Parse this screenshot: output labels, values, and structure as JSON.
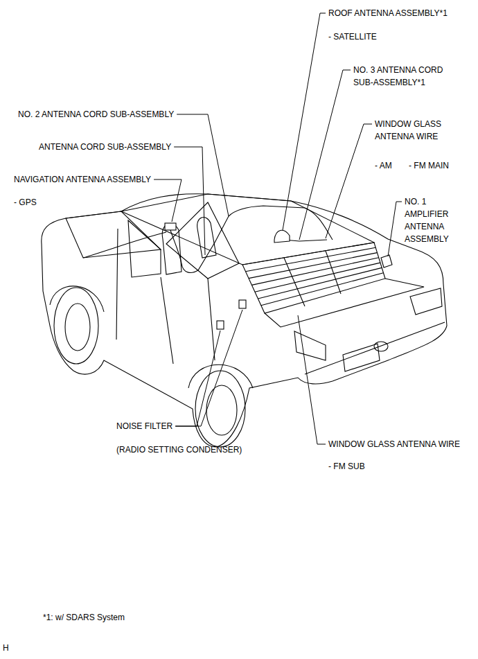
{
  "diagram": {
    "labels": [
      "ROOF ANTENNA ASSEMBLY*1",
      "- SATELLITE",
      "NO. 3 ANTENNA CORD SUB-ASSEMBLY*1",
      "WINDOW GLASS ANTENNA WIRE",
      "- AM",
      "- FM MAIN",
      "NO. 2 ANTENNA CORD SUB-ASSEMBLY",
      "ANTENNA CORD SUB-ASSEMBLY",
      "NAVIGATION ANTENNA ASSEMBLY",
      "- GPS",
      "NO. 1 AMPLIFIER ANTENNA ASSEMBLY",
      "NOISE FILTER",
      "(RADIO SETTING CONDENSER)",
      "WINDOW GLASS ANTENNA WIRE",
      "- FM SUB",
      "*1: w/ SDARS System",
      "H"
    ]
  }
}
